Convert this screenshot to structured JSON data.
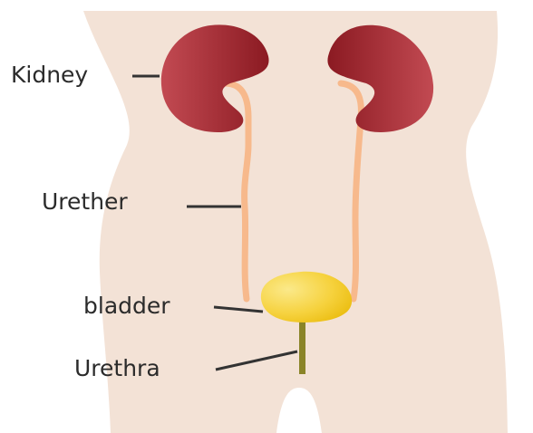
{
  "labels": {
    "kidney": "Kidney",
    "ureter": "Urether",
    "bladder": "bladder",
    "urethra": "Urethra"
  },
  "colors": {
    "body": "#f3e2d6",
    "kidney_dark": "#8b1a22",
    "kidney_light": "#c4474f",
    "ureter": "#f7b98c",
    "bladder_light": "#fbe87a",
    "bladder_dark": "#efc21a",
    "urethra": "#8a8428",
    "label_text": "#2b2b2b"
  }
}
